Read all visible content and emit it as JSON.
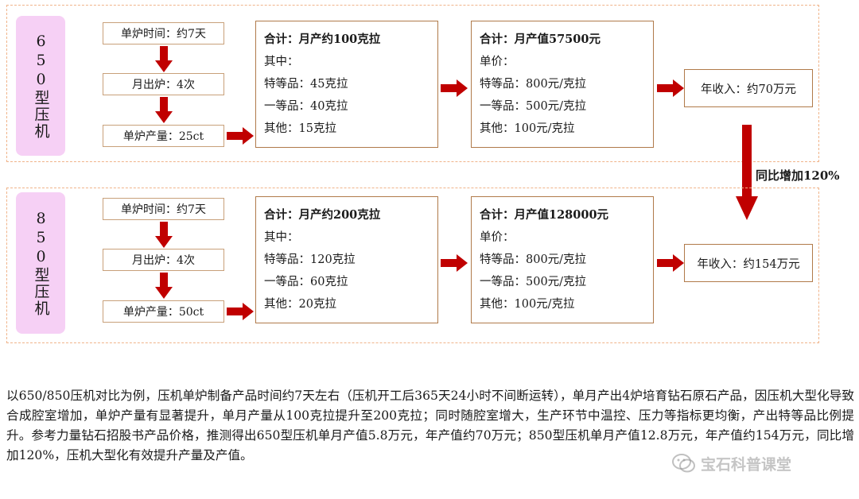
{
  "colors": {
    "arrow": "#c00000",
    "dashed_border": "#f0b48a",
    "model_tag_bg": "#f6d0f5",
    "box_border": "#b07a4a"
  },
  "models": [
    {
      "tag": "650型压机",
      "cycle_time": "单炉时间：约7天",
      "monthly_runs": "月出炉：4次",
      "per_run_output": "单炉产量：25ct",
      "output": {
        "title": "合计：月产约100克拉",
        "of_which": "其中：",
        "premium": "特等品：45克拉",
        "first_grade": "一等品：40克拉",
        "other": "其他：15克拉"
      },
      "value": {
        "title": "合计：月产值57500元",
        "unit_price": "单价：",
        "premium": "特等品：800元/克拉",
        "first_grade": "一等品：500元/克拉",
        "other": "其他：100元/克拉"
      },
      "annual_income": "年收入：约70万元"
    },
    {
      "tag": "850型压机",
      "cycle_time": "单炉时间：约7天",
      "monthly_runs": "月出炉：4次",
      "per_run_output": "单炉产量：50ct",
      "output": {
        "title": "合计：月产约200克拉",
        "of_which": "其中：",
        "premium": "特等品：120克拉",
        "first_grade": "一等品：60克拉",
        "other": "其他：20克拉"
      },
      "value": {
        "title": "合计：月产值128000元",
        "unit_price": "单价：",
        "premium": "特等品：800元/克拉",
        "first_grade": "一等品：500元/克拉",
        "other": "其他：100元/克拉"
      },
      "annual_income": "年收入：约154万元"
    }
  ],
  "yoy_label": "同比增加120%",
  "description": "以650/850压机对比为例，压机单炉制备产品时间约7天左右（压机开工后365天24小时不间断运转），单月产出4炉培育钻石原石产品，因压机大型化导致合成腔室增加，单炉产量有显著提升，单月产量从100克拉提升至200克拉；同时随腔室增大，生产环节中温控、压力等指标更均衡，产出特等品比例提升。参考力量钻石招股书产品价格，推测得出650型压机单月产值5.8万元，年产值约70万元；850型压机单月产值12.8万元，年产值约154万元，同比增加120%，压机大型化有效提升产量及产值。",
  "watermark": "宝石科普课堂",
  "watermark_icon": "wechat-icon"
}
